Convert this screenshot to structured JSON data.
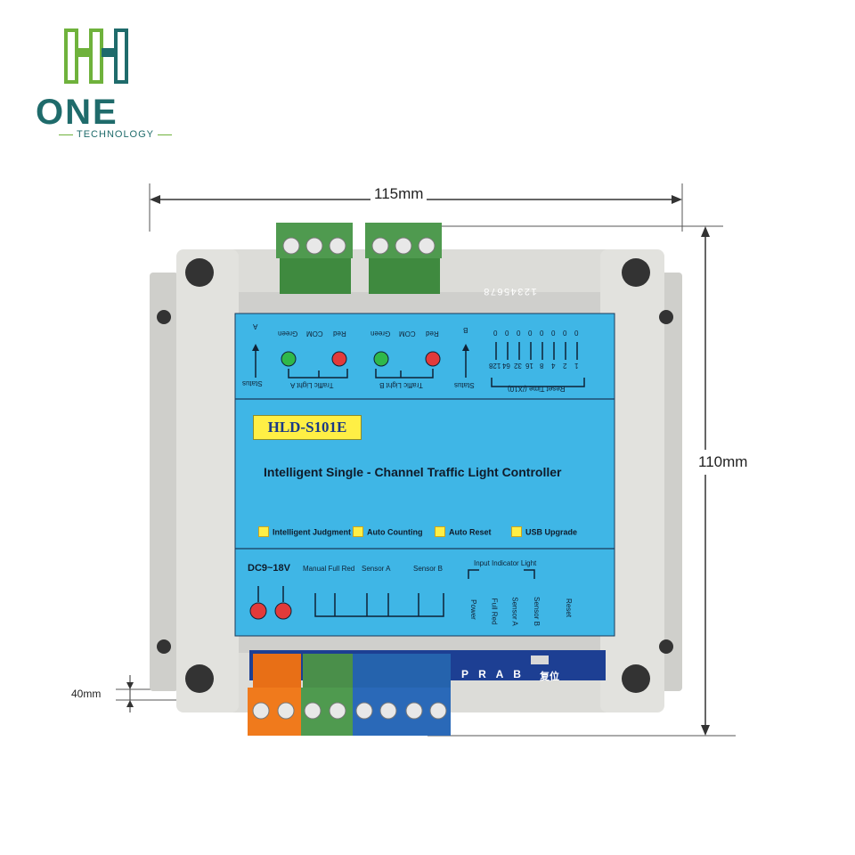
{
  "logo": {
    "word": "ONE",
    "subtitle": "TECHNOLOGY"
  },
  "dimensions": {
    "width": "115mm",
    "height": "110mm",
    "depth": "40mm"
  },
  "panel": {
    "top_labels": {
      "status_a": "Status",
      "a": "A",
      "green_a": "Green",
      "com_a": "COM",
      "red_a": "Red",
      "traffic_light_a": "Traffic Light A",
      "green_b": "Green",
      "com_b": "COM",
      "red_b": "Red",
      "traffic_light_b": "Traffic Light B",
      "status_b": "Status",
      "b": "B",
      "reset_time": "Reset Time (/X10)",
      "reset_values": [
        "128",
        "64",
        "32",
        "16",
        "8",
        "4",
        "2",
        "1"
      ],
      "zeros": [
        "0",
        "0",
        "0",
        "0",
        "0",
        "0",
        "0",
        "0"
      ]
    },
    "model": "HLD-S101E",
    "title": "Intelligent Single - Channel Traffic Light Controller",
    "features": [
      "Intelligent Judgment",
      "Auto Counting",
      "Auto Reset",
      "USB Upgrade"
    ],
    "bottom_labels": {
      "power_in": "DC9~18V",
      "manual_full_red": "Manual Full Red",
      "sensor_a": "Sensor A",
      "sensor_b": "Sensor B",
      "input_indicator": "Input Indicator Light",
      "power": "Power",
      "full_red": "Full Red",
      "sensor_a_led": "Sensor A",
      "sensor_b_led": "Sensor B",
      "reset": "Reset"
    }
  },
  "pcb": {
    "dip_numbers": "12345678",
    "led_labels": "P R A B",
    "reset_cn": "复位"
  },
  "colors": {
    "panel_blue": "#3fb6e6",
    "enclosure_grey": "#dcdcd8",
    "terminal_green": "#4f9a4f",
    "terminal_blue": "#2a69b8",
    "terminal_orange": "#f07a1c",
    "logo_teal": "#1f6b6b",
    "logo_green": "#6fb23c"
  }
}
